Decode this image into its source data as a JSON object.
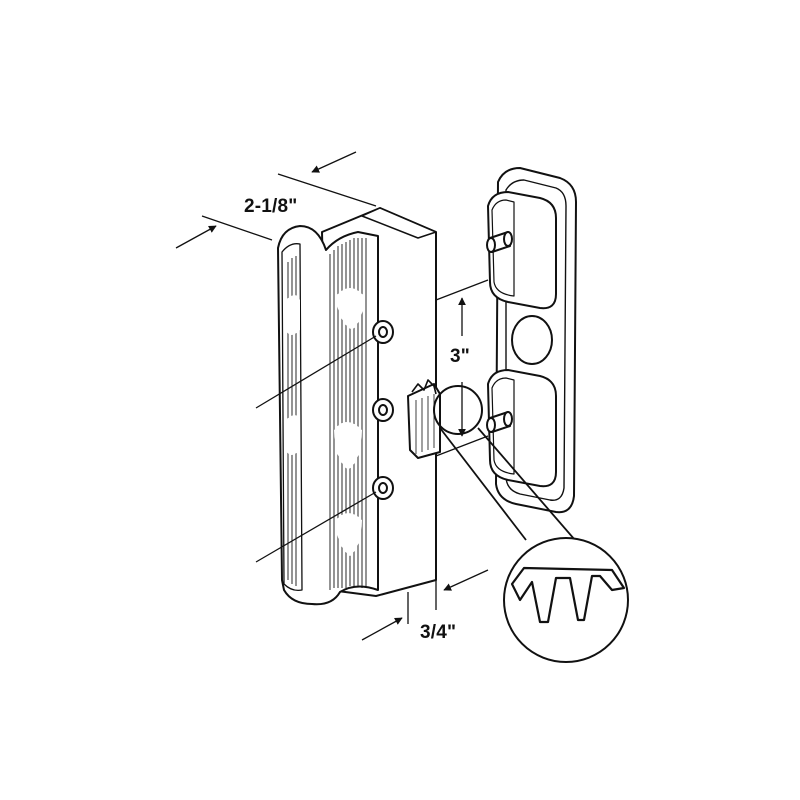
{
  "dimensions": {
    "width_label": "2-1/8\"",
    "height_label": "3\"",
    "depth_label": "3/4\""
  },
  "colors": {
    "line": "#111111",
    "fill": "#ffffff"
  }
}
